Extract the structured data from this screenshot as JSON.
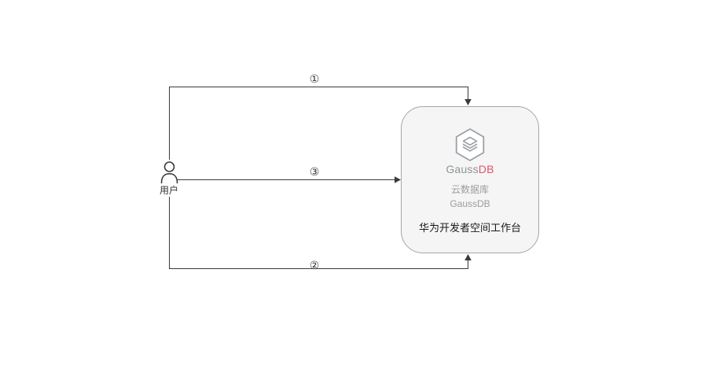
{
  "diagram": {
    "user": {
      "label": "用户"
    },
    "arrows": {
      "step1_label": "①",
      "step2_label": "②",
      "step3_label": "③"
    },
    "box": {
      "logo_gauss": "Gauss",
      "logo_db": "DB",
      "service_name_cn": "云数据库",
      "service_name_en": "GaussDB",
      "platform_title": "华为开发者空间工作台"
    },
    "colors": {
      "line": "#3a3a3a",
      "box_fill": "#f5f5f5",
      "box_border": "#a6a6a6",
      "logo_gray": "#8f9498",
      "logo_red": "#e0536a",
      "muted_text": "#9c9c9c",
      "title_text": "#1a1a1a"
    }
  }
}
